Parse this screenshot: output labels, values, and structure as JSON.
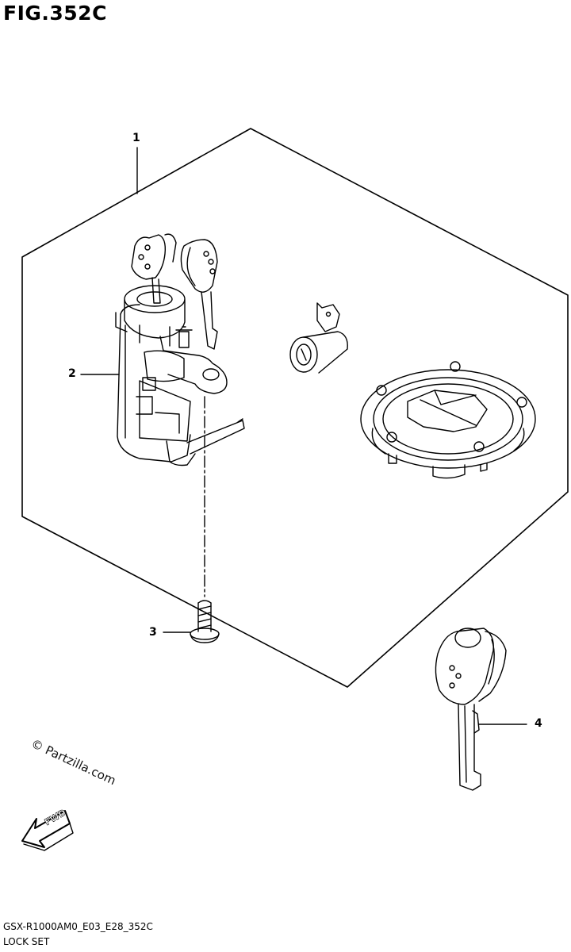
{
  "figure": {
    "title": "FIG.352C",
    "model_code": "GSX-R1000AM0_E03_E28_352C",
    "section_name": "LOCK SET"
  },
  "callouts": [
    {
      "number": "1",
      "part": "lock-set-assembly"
    },
    {
      "number": "2",
      "part": "ignition-switch"
    },
    {
      "number": "3",
      "part": "bolt"
    },
    {
      "number": "4",
      "part": "blank-key"
    }
  ],
  "watermark": "© Partzilla.com",
  "direction_marker": "FWD",
  "colors": {
    "line": "#000000",
    "background": "#ffffff"
  }
}
